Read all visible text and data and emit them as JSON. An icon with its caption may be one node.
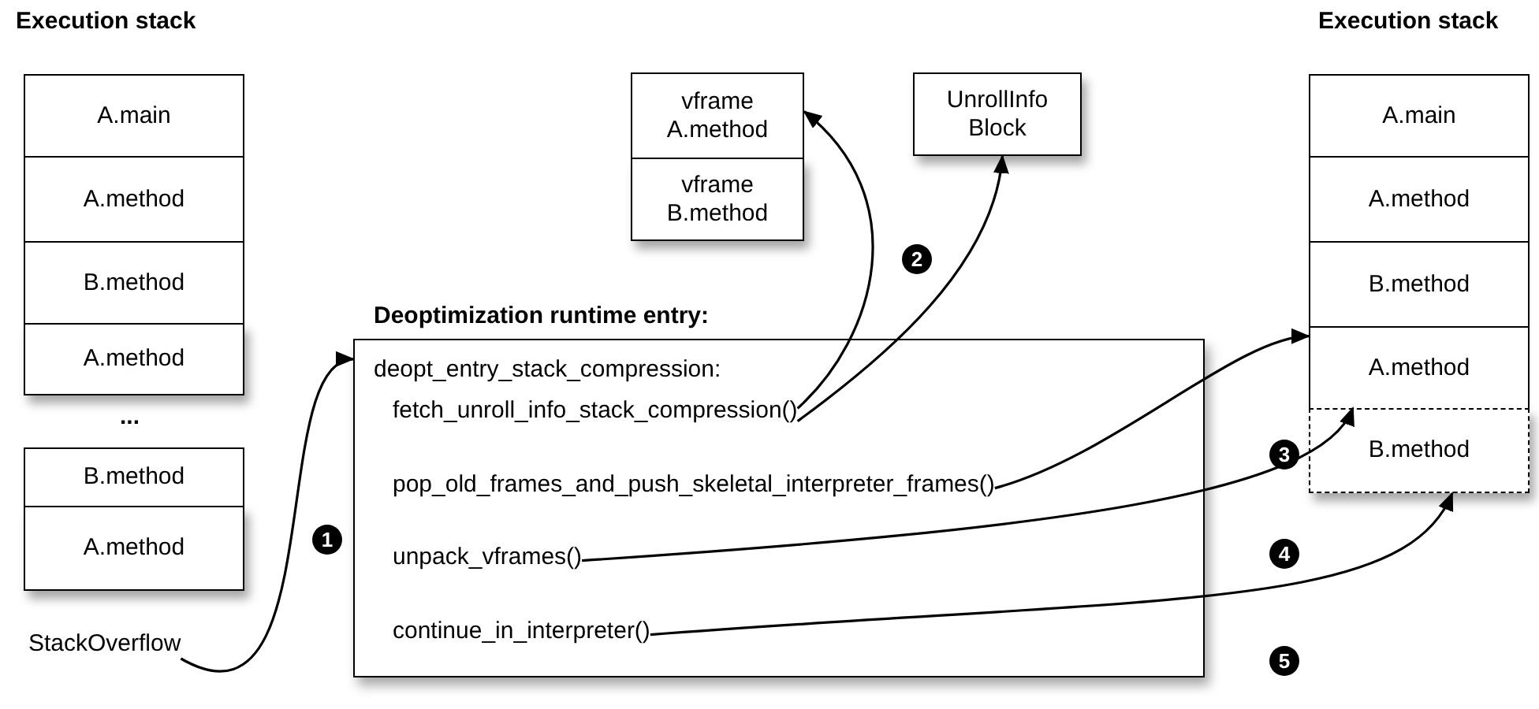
{
  "diagram": {
    "nodes": [
      {
        "text": [
          "A.main"
        ]
      },
      {
        "text": [
          "A.method"
        ]
      },
      {
        "text": [
          "B.method"
        ]
      },
      {
        "text": [
          "A.method"
        ]
      },
      {
        "text": [
          "B.method"
        ]
      },
      {
        "text": [
          "A.method"
        ]
      },
      {
        "text": [
          "StackOverflow"
        ]
      },
      {
        "text": [
          "vframe A.method"
        ]
      },
      {
        "text": [
          "vframe B.method"
        ]
      },
      {
        "text": [
          "UnrollInfo Block"
        ]
      },
      {
        "text": [
          "Deoptimization runtime entry:",
          "deopt_entry_stack_compression:"
        ]
      },
      {
        "text": [
          "fetch_unroll_info_stack_compression()"
        ],
        "in": 10
      },
      {
        "text": [
          "pop_old_frames_and_push_skeletal_interpreter_frames()"
        ],
        "in": 10
      },
      {
        "text": [
          "unpack_vframes()"
        ],
        "in": 10
      },
      {
        "text": [
          "continue_in_interpreter()"
        ],
        "in": 10
      },
      {
        "text": [
          "A.main"
        ]
      },
      {
        "text": [
          "A.method"
        ]
      },
      {
        "text": [
          "B.method"
        ]
      },
      {
        "text": [
          "A.method"
        ]
      },
      {
        "text": [
          "B.method"
        ]
      }
    ],
    "edges": [
      {
        "from": 6,
        "to": 10,
        "arrow": "to"
      },
      {
        "from": 11,
        "to": 7,
        "arrow": "to"
      },
      {
        "from": 11,
        "to": 9,
        "arrow": "to"
      },
      {
        "from": 12,
        "to": 18,
        "arrow": "to"
      },
      {
        "from": 13,
        "to": 19,
        "arrow": "to"
      },
      {
        "from": 14,
        "to": 19,
        "arrow": "to"
      }
    ],
    "labels": [
      "Execution stack",
      "Execution stack",
      "...",
      "2",
      "3",
      "1",
      "4",
      "5"
    ]
  }
}
